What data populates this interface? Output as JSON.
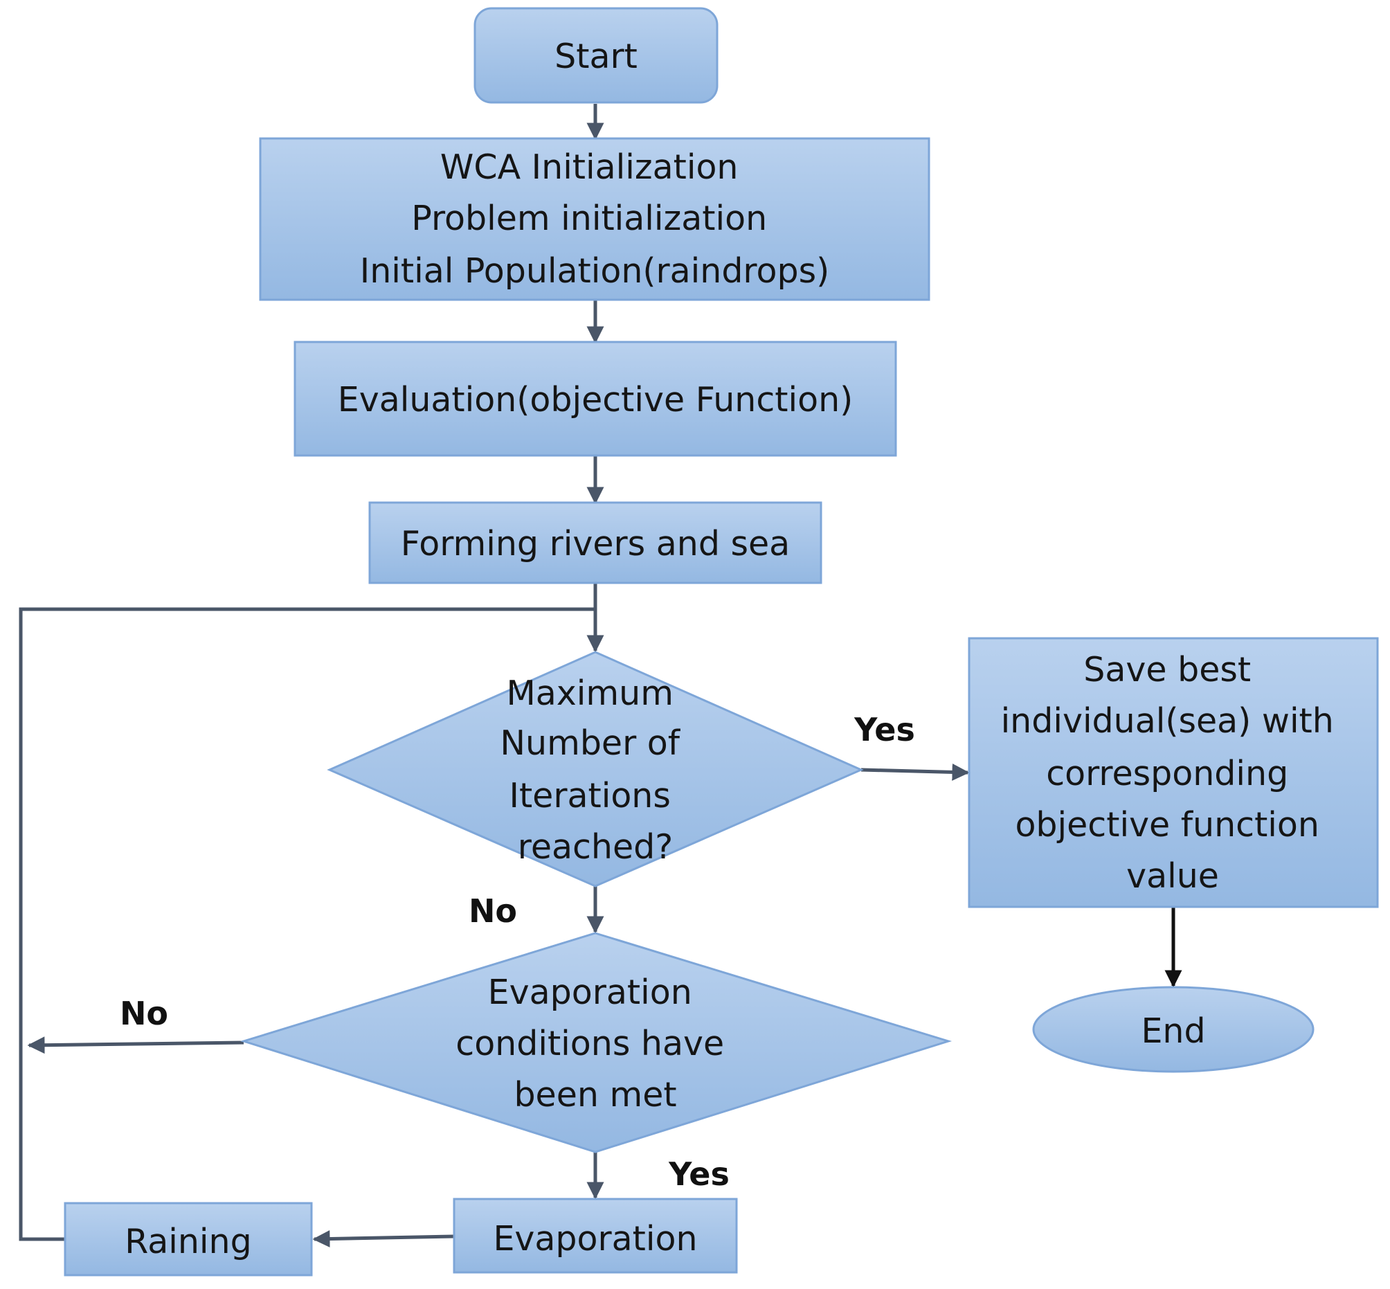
{
  "colors": {
    "node_fill_top": "#b9d1ee",
    "node_fill_bottom": "#94b8e2",
    "node_stroke": "#7ea6d8",
    "connector": "#4a5668",
    "end_connector": "#111111"
  },
  "nodes": {
    "start": {
      "lines": [
        "Start"
      ]
    },
    "init": {
      "lines": [
        "WCA Initialization",
        "Problem initialization",
        "Initial Population(raindrops)"
      ]
    },
    "evaluation": {
      "lines": [
        "Evaluation(objective Function)"
      ]
    },
    "forming": {
      "lines": [
        "Forming rivers and sea"
      ]
    },
    "max_iter": {
      "lines": [
        "Maximum",
        "Number of",
        "Iterations",
        "reached?"
      ]
    },
    "save": {
      "lines": [
        "Save best",
        "individual(sea) with",
        "corresponding",
        "objective function",
        "value"
      ]
    },
    "end": {
      "lines": [
        "End"
      ]
    },
    "evap_cond": {
      "lines": [
        "Evaporation",
        "conditions have",
        "been met"
      ]
    },
    "evaporation": {
      "lines": [
        "Evaporation"
      ]
    },
    "raining": {
      "lines": [
        "Raining"
      ]
    }
  },
  "labels": {
    "yes_max_iter": "Yes",
    "no_max_iter": "No",
    "no_evap": "No",
    "yes_evap": "Yes"
  }
}
